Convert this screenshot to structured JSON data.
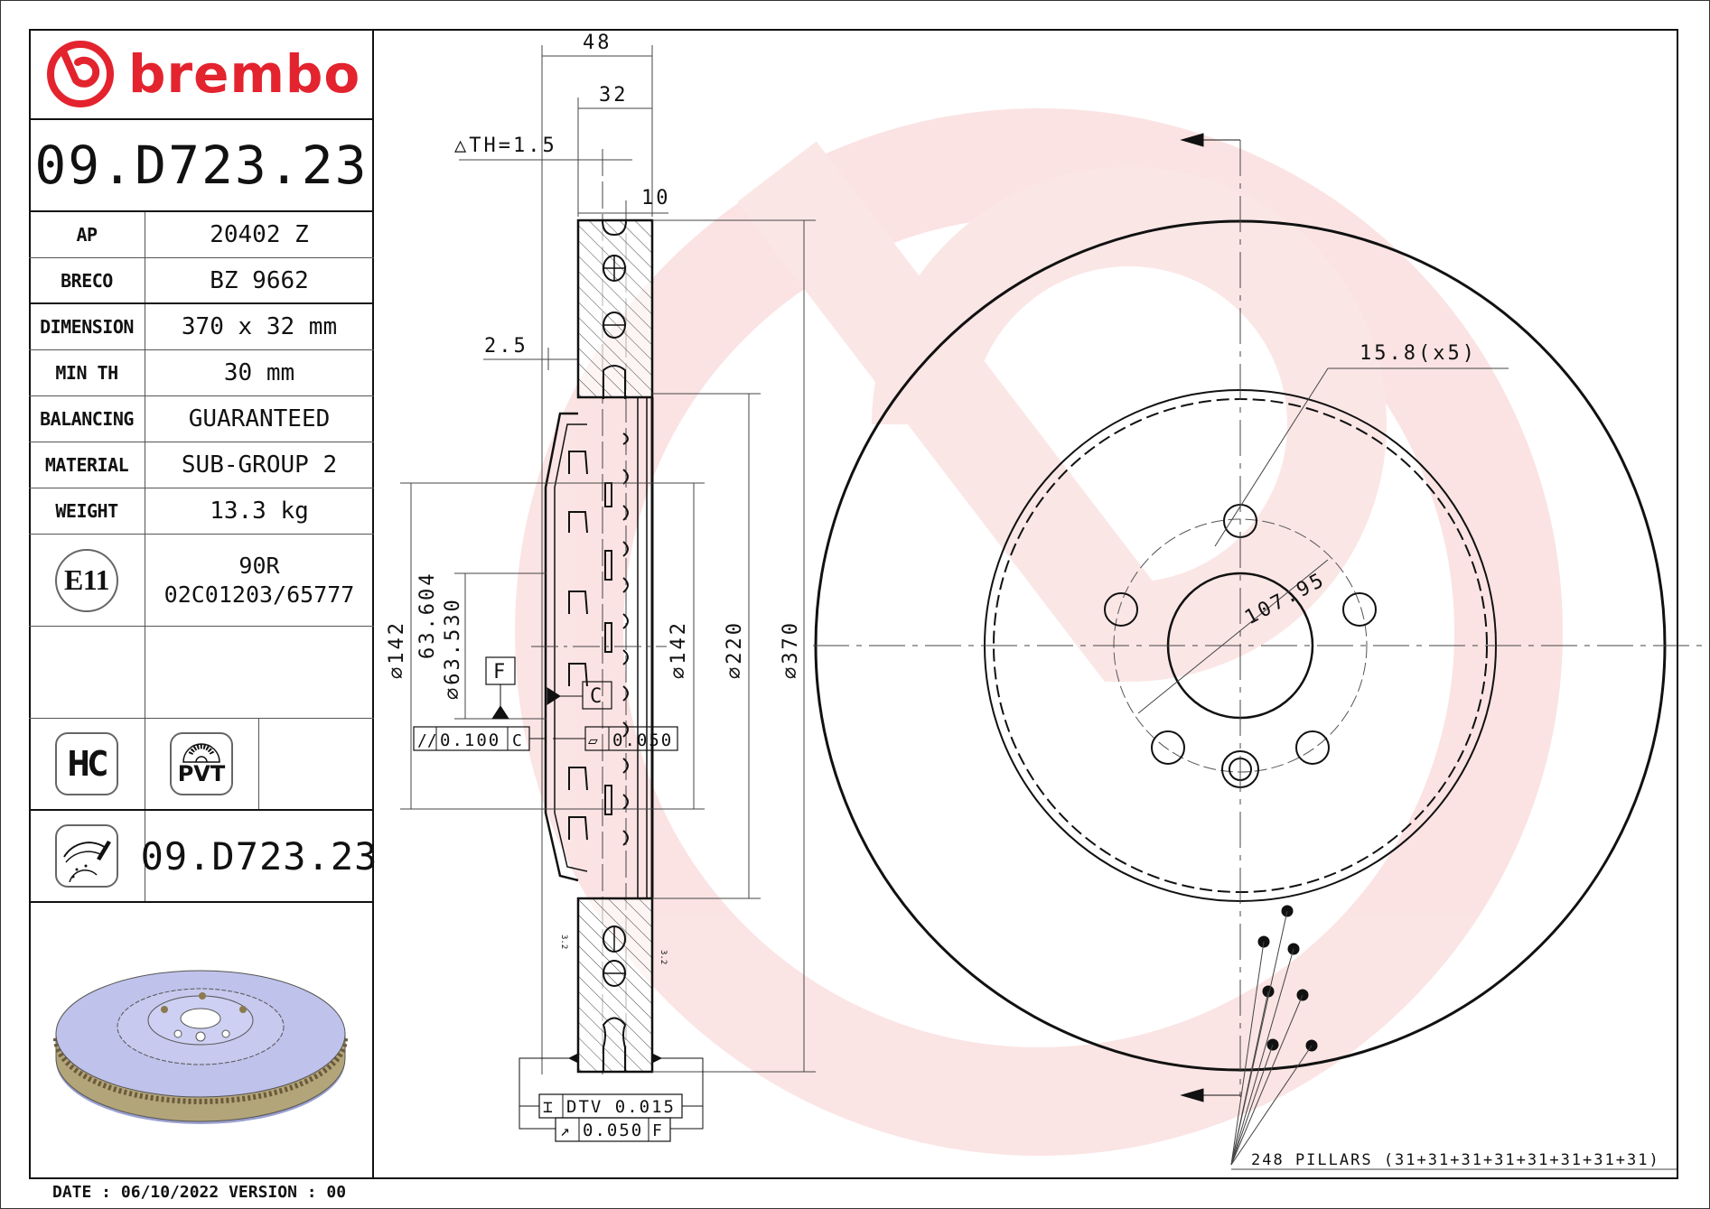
{
  "header": {
    "brand": "brembo",
    "part_number": "09.D723.23"
  },
  "specs": [
    {
      "label": "AP",
      "value": "20402 Z"
    },
    {
      "label": "BRECO",
      "value": "BZ 9662"
    },
    {
      "label": "DIMENSION",
      "value": "370 x 32 mm"
    },
    {
      "label": "MIN TH",
      "value": "30 mm"
    },
    {
      "label": "BALANCING",
      "value": "GUARANTEED"
    },
    {
      "label": "MATERIAL",
      "value": "SUB-GROUP 2"
    },
    {
      "label": "WEIGHT",
      "value": "13.3 kg"
    }
  ],
  "certification": {
    "mark": "E11",
    "line1": "90R",
    "line2": "02C01203/65777"
  },
  "badges": {
    "hc": "HC",
    "pvt": "PVT"
  },
  "footer_part_number": "09.D723.23",
  "footer": {
    "date_text": "DATE : 06/10/2022 VERSION : 00"
  },
  "section_view": {
    "dim_48": "48",
    "dim_32": "32",
    "dim_th": "△TH=1.5",
    "dim_10": "10",
    "dim_2_5": "2.5",
    "dia_142_left": "⌀142",
    "dia_63_604": "63.604",
    "dia_63_530": "⌀63.530",
    "dia_142_right": "⌀142",
    "dia_220": "⌀220",
    "dia_370": "⌀370",
    "datum_f": "F",
    "datum_c": "C",
    "parallelism": {
      "symbol": "//",
      "value": "0.100",
      "datum": "C"
    },
    "flatness": {
      "symbol": "▱",
      "value": "0.050"
    },
    "dtv": {
      "symbol": "⌶",
      "value": "DTV 0.015"
    },
    "runout": {
      "symbol": "↗",
      "value": "0.050",
      "datum": "F"
    },
    "roughness": "3.2"
  },
  "front_view": {
    "bolt_hole": "15.8(x5)",
    "pcd": "107.95",
    "pillars": "248 PILLARS (31+31+31+31+31+31+31+31)"
  },
  "colors": {
    "brand_red": "#e3232e",
    "watermark": "#f9dcdc",
    "render_blue": "#b9bde6"
  }
}
